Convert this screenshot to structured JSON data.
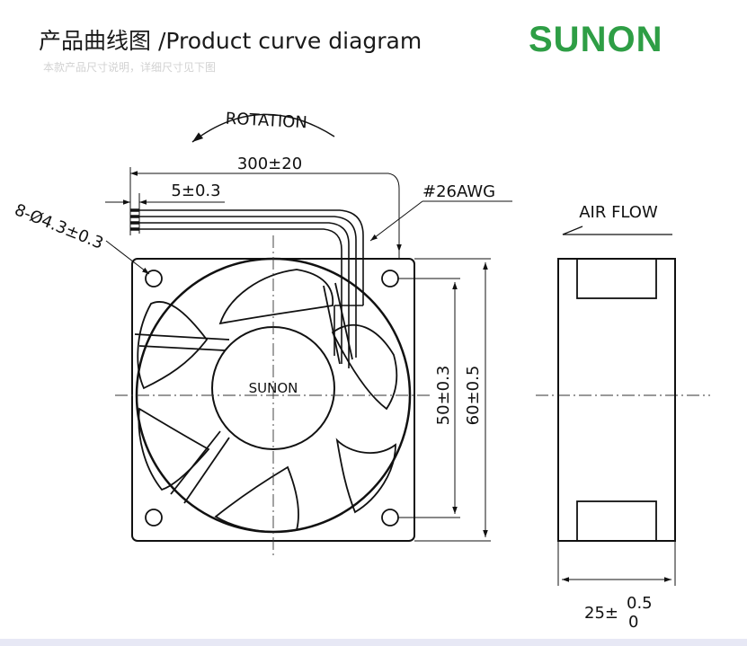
{
  "header": {
    "title_cn": "产品曲线图",
    "title_en": "/Product curve diagram",
    "subtitle": "本款产品尺寸说明，详细尺寸见下图"
  },
  "brand": {
    "logo_text": "SUNON",
    "logo_color": "#2e9e45"
  },
  "dimensions": {
    "rotation": "ROTATION",
    "cable_length": "300±20",
    "strip_length": "5±0.3",
    "wire_gauge": "#26AWG",
    "mount_holes": "8-Ø4.3±0.3",
    "hole_spacing": "50±0.3",
    "frame_size": "60±0.5",
    "hub_label": "SUNON",
    "air_flow": "AIR FLOW",
    "thickness_base": "25±",
    "thickness_upper": "0.5",
    "thickness_lower": "0"
  }
}
